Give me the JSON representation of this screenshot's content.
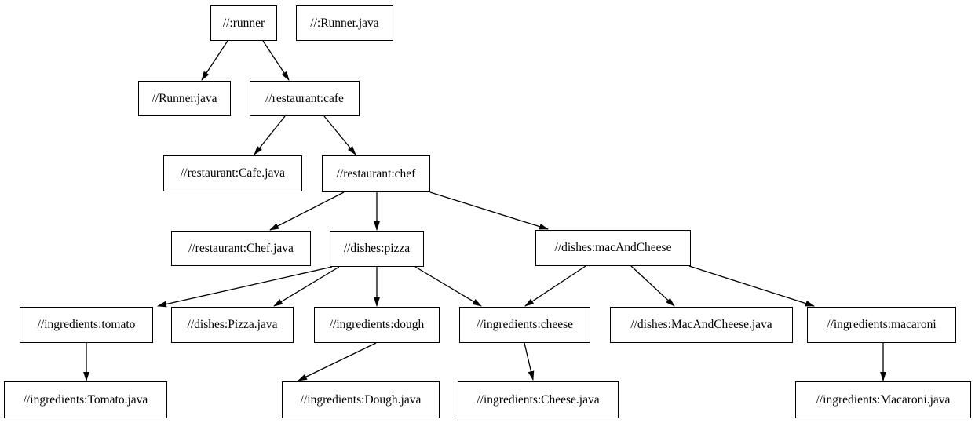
{
  "diagram": {
    "type": "build-dependency-graph",
    "colors": {
      "background": "#ffffff",
      "node_fill": "#ffffff",
      "node_border": "#000000",
      "text": "#000000",
      "edge": "#000000"
    },
    "nodes": [
      {
        "id": "runner",
        "label": "//:runner"
      },
      {
        "id": "runner_src_top",
        "label": "//:Runner.java"
      },
      {
        "id": "runner_src",
        "label": "//Runner.java"
      },
      {
        "id": "cafe",
        "label": "//restaurant:cafe"
      },
      {
        "id": "cafe_src",
        "label": "//restaurant:Cafe.java"
      },
      {
        "id": "chef",
        "label": "//restaurant:chef"
      },
      {
        "id": "chef_src",
        "label": "//restaurant:Chef.java"
      },
      {
        "id": "pizza",
        "label": "//dishes:pizza"
      },
      {
        "id": "mac",
        "label": "//dishes:macAndCheese"
      },
      {
        "id": "tomato",
        "label": "//ingredients:tomato"
      },
      {
        "id": "pizza_src",
        "label": "//dishes:Pizza.java"
      },
      {
        "id": "dough",
        "label": "//ingredients:dough"
      },
      {
        "id": "cheese",
        "label": "//ingredients:cheese"
      },
      {
        "id": "mac_src",
        "label": "//dishes:MacAndCheese.java"
      },
      {
        "id": "macaroni",
        "label": "//ingredients:macaroni"
      },
      {
        "id": "tomato_src",
        "label": "//ingredients:Tomato.java"
      },
      {
        "id": "dough_src",
        "label": "//ingredients:Dough.java"
      },
      {
        "id": "cheese_src",
        "label": "//ingredients:Cheese.java"
      },
      {
        "id": "macaroni_src",
        "label": "//ingredients:Macaroni.java"
      }
    ],
    "edges": [
      {
        "from": "runner",
        "to": "runner_src"
      },
      {
        "from": "runner",
        "to": "cafe"
      },
      {
        "from": "cafe",
        "to": "cafe_src"
      },
      {
        "from": "cafe",
        "to": "chef"
      },
      {
        "from": "chef",
        "to": "chef_src"
      },
      {
        "from": "chef",
        "to": "pizza"
      },
      {
        "from": "chef",
        "to": "mac"
      },
      {
        "from": "pizza",
        "to": "tomato"
      },
      {
        "from": "pizza",
        "to": "pizza_src"
      },
      {
        "from": "pizza",
        "to": "dough"
      },
      {
        "from": "pizza",
        "to": "cheese"
      },
      {
        "from": "mac",
        "to": "cheese"
      },
      {
        "from": "mac",
        "to": "mac_src"
      },
      {
        "from": "mac",
        "to": "macaroni"
      },
      {
        "from": "tomato",
        "to": "tomato_src"
      },
      {
        "from": "dough",
        "to": "dough_src"
      },
      {
        "from": "cheese",
        "to": "cheese_src"
      },
      {
        "from": "macaroni",
        "to": "macaroni_src"
      }
    ]
  }
}
